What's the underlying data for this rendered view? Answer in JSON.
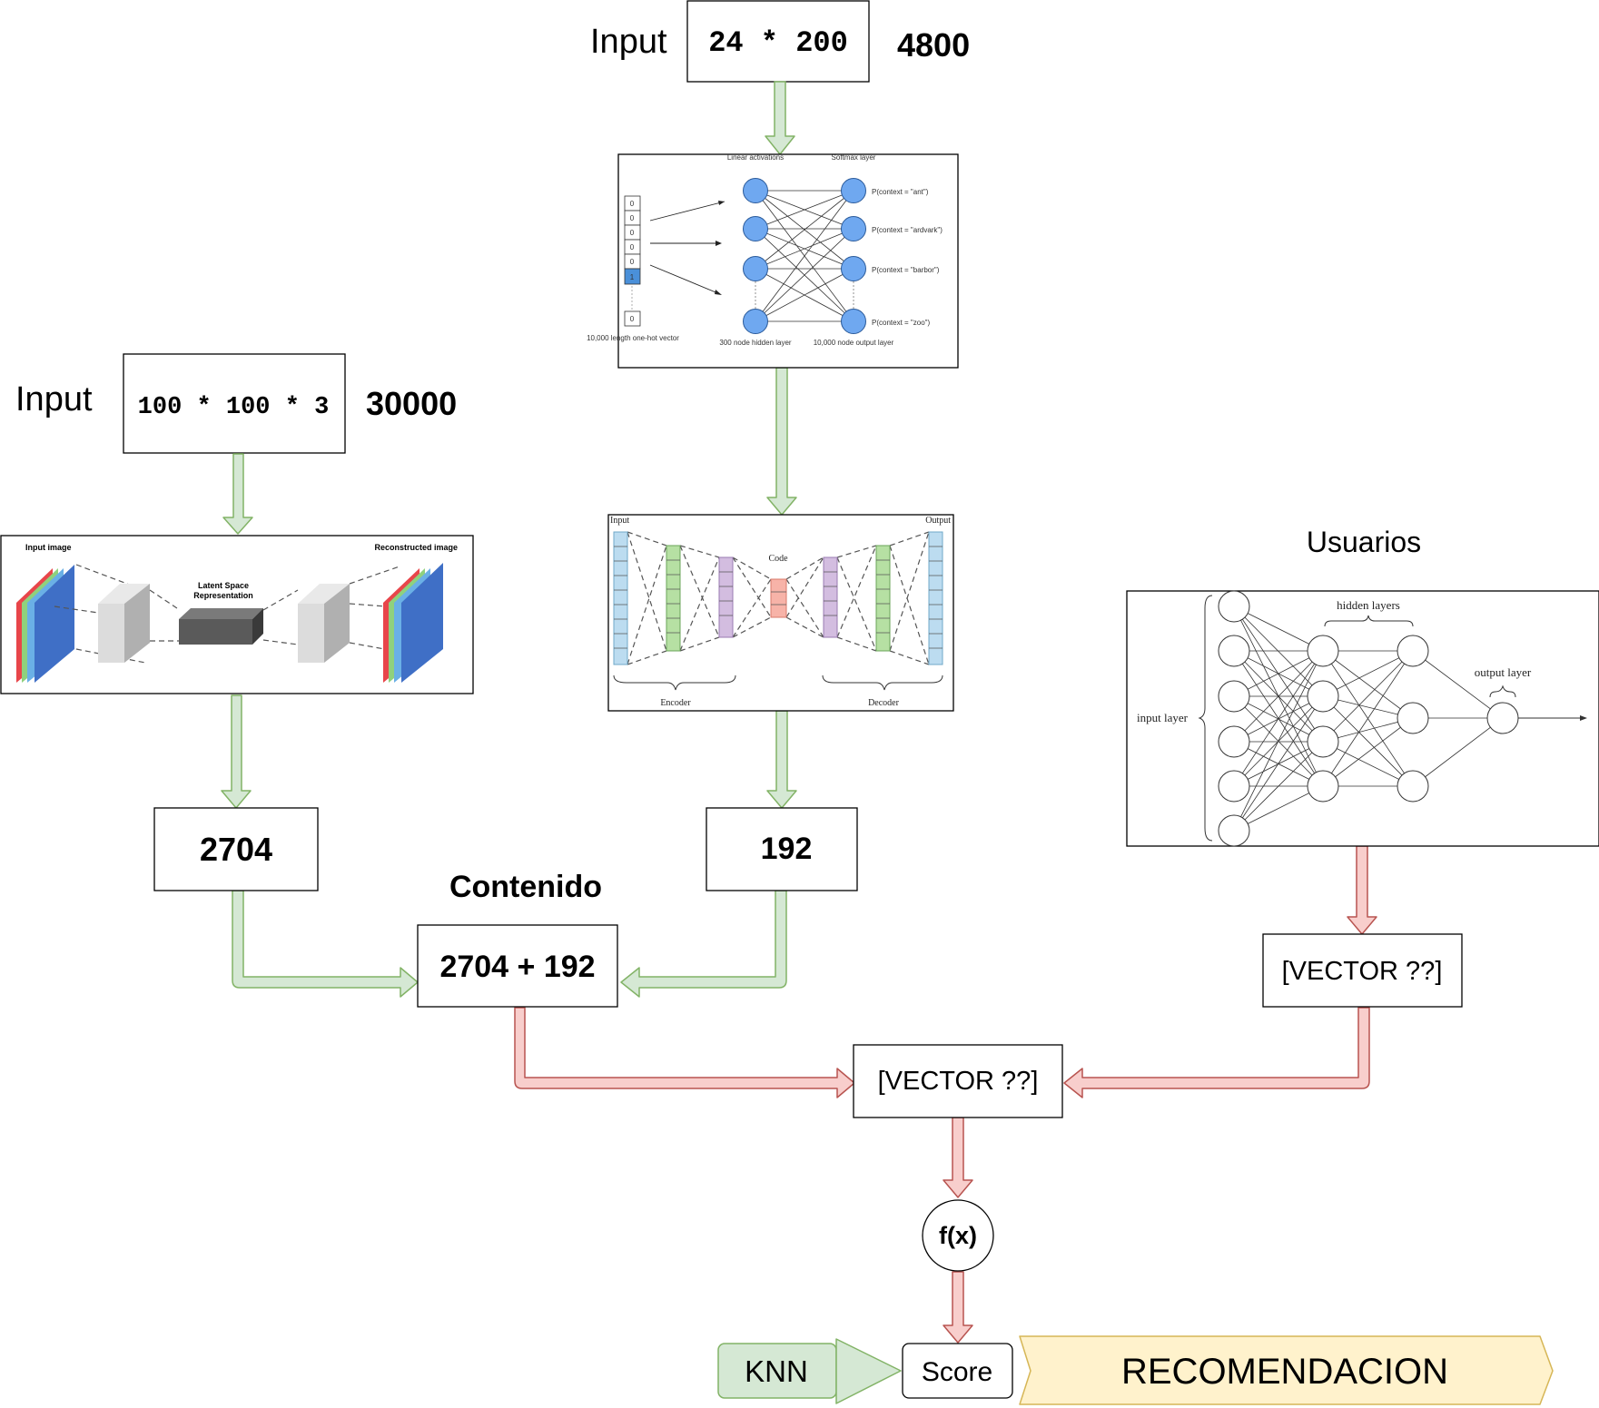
{
  "top_input": {
    "label": "Input",
    "shape": "24 * 200",
    "size": "4800"
  },
  "left_input": {
    "label": "Input",
    "shape": "100 * 100 * 3",
    "size": "30000"
  },
  "word2vec_figure": {
    "linear_label": "Linear activations",
    "softmax_label": "Softmax layer",
    "onehot_values": [
      "0",
      "0",
      "0",
      "0",
      "0",
      "1",
      "0"
    ],
    "onehot_caption": "10,000 length one-hot vector",
    "hidden_caption": "300 node hidden layer",
    "output_caption": "10,000 node output layer",
    "outputs": [
      "P(context = \"ant\")",
      "P(context = \"ardvark\")",
      "P(context = \"barbor\")",
      "P(context = \"zoo\")"
    ]
  },
  "conv_autoencoder_figure": {
    "input_label": "Input image",
    "reconstructed_label": "Reconstructed image",
    "latent_label_1": "Latent Space",
    "latent_label_2": "Representation"
  },
  "autoencoder_figure": {
    "input_label": "Input",
    "output_label": "Output",
    "code_label": "Code",
    "encoder_label": "Encoder",
    "decoder_label": "Decoder"
  },
  "users_figure": {
    "title": "Usuarios",
    "hidden_label": "hidden layers",
    "output_label": "output layer",
    "input_label": "input layer"
  },
  "nodes": {
    "image_vector": "2704",
    "text_vector": "192",
    "content_title": "Contenido",
    "content_sum": "2704 + 192",
    "user_vector": "[VECTOR ??]",
    "combined_vector": "[VECTOR ??]",
    "function": "f(x)",
    "score": "Score",
    "knn": "KNN",
    "recommendation": "RECOMENDACION"
  },
  "colors": {
    "green_fill": "#d5e8d4",
    "green_stroke": "#82b366",
    "red_fill": "#f8cecc",
    "red_stroke": "#b85450",
    "yellow_fill": "#fff2cc",
    "yellow_stroke": "#d6b656",
    "neuron_blue": "#6fa8f0"
  }
}
